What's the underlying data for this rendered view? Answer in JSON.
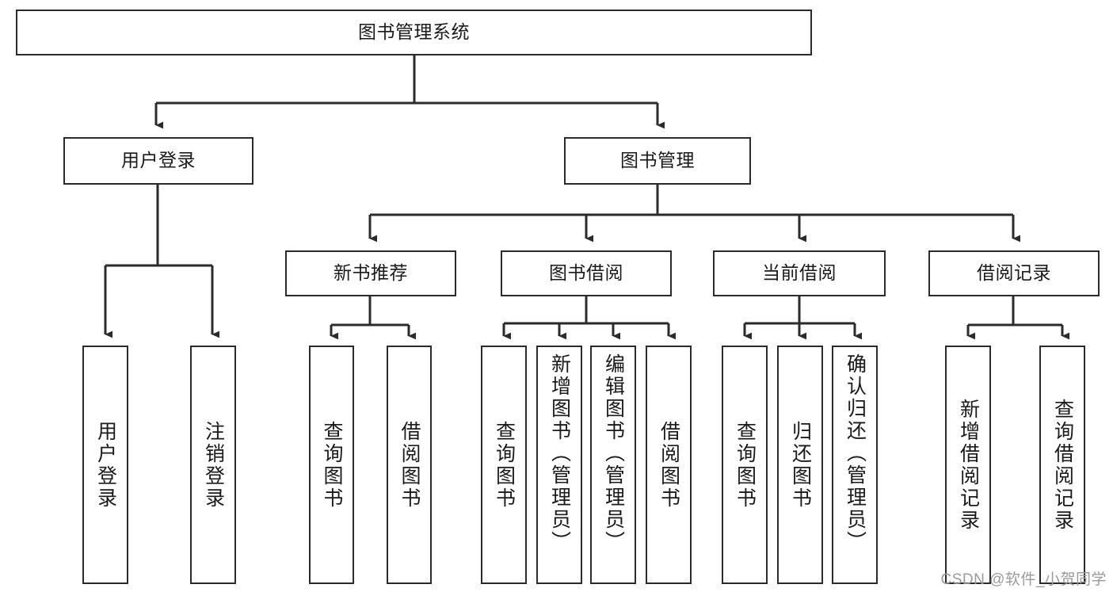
{
  "diagram": {
    "title": "图书管理系统",
    "type": "tree-hierarchy-diagram",
    "colors": {
      "box_border": "#2b2b2b",
      "box_fill": "#ffffff",
      "connector": "#2b2b2b",
      "text": "#1a1a1a",
      "watermark": "#9a9a9a"
    }
  },
  "root": {
    "label": "图书管理系统"
  },
  "level2": [
    {
      "label": "用户登录"
    },
    {
      "label": "图书管理"
    }
  ],
  "level3": [
    {
      "label": "新书推荐"
    },
    {
      "label": "图书借阅"
    },
    {
      "label": "当前借阅"
    },
    {
      "label": "借阅记录"
    }
  ],
  "leaves": {
    "user_login": [
      {
        "label": "用户登录"
      },
      {
        "label": "注销登录"
      }
    ],
    "new_book_recommend": [
      {
        "label": "查询图书"
      },
      {
        "label": "借阅图书"
      }
    ],
    "book_borrow": [
      {
        "label": "查询图书"
      },
      {
        "label": "新增图书（管理员）"
      },
      {
        "label": "编辑图书（管理员）"
      },
      {
        "label": "借阅图书"
      }
    ],
    "current_borrow": [
      {
        "label": "查询图书"
      },
      {
        "label": "归还图书"
      },
      {
        "label": "确认归还（管理员）"
      }
    ],
    "borrow_record": [
      {
        "label": "新增借阅记录"
      },
      {
        "label": "查询借阅记录"
      }
    ]
  },
  "watermark": {
    "text": "CSDN @软件_小贺同学"
  }
}
